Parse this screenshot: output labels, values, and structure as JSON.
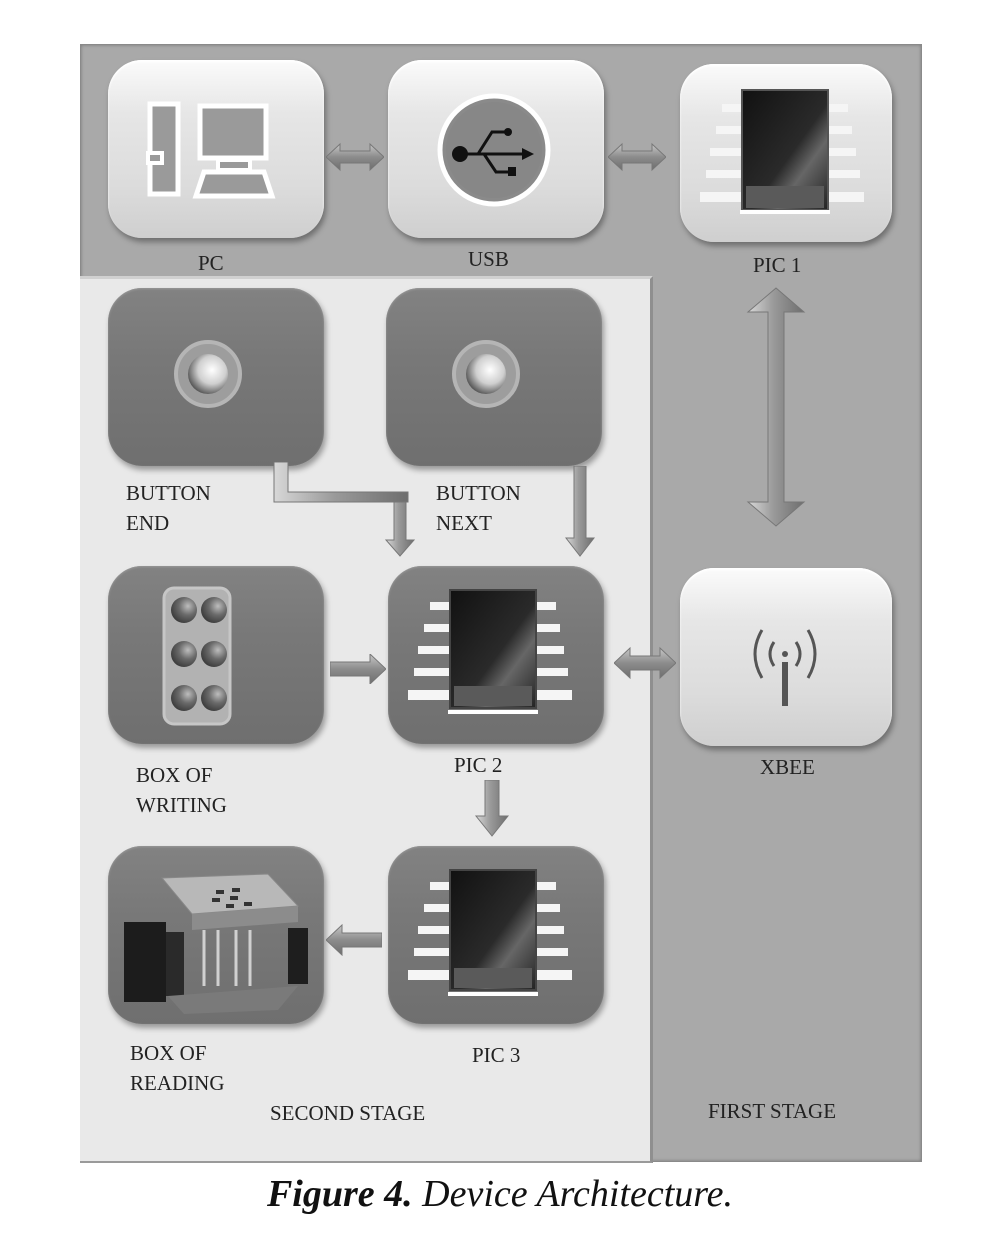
{
  "figure": {
    "title": "Device Architecture",
    "caption_number": "Figure 4.",
    "caption_text": " Device Architecture."
  },
  "stages": {
    "first": "FIRST STAGE",
    "second": "SECOND STAGE"
  },
  "nodes": {
    "pc": {
      "label": "PC",
      "icon": "computer-icon"
    },
    "usb": {
      "label": "USB",
      "icon": "usb-icon"
    },
    "pic1": {
      "label": "PIC 1",
      "icon": "microchip-icon"
    },
    "button_end": {
      "label_line1": "BUTTON",
      "label_line2": "END",
      "icon": "push-button-icon"
    },
    "button_next": {
      "label_line1": "BUTTON",
      "label_line2": "NEXT",
      "icon": "push-button-icon"
    },
    "box_writing": {
      "label_line1": "BOX OF",
      "label_line2": "WRITING",
      "icon": "braille-keypad-icon"
    },
    "pic2": {
      "label": "PIC 2",
      "icon": "microchip-icon"
    },
    "xbee": {
      "label": "XBEE",
      "icon": "wireless-antenna-icon"
    },
    "box_reading": {
      "label_line1": "BOX OF",
      "label_line2": "READING",
      "icon": "braille-reader-device-icon"
    },
    "pic3": {
      "label": "PIC 3",
      "icon": "microchip-icon"
    }
  },
  "connections": [
    {
      "from": "PC",
      "to": "USB",
      "type": "bidirectional"
    },
    {
      "from": "USB",
      "to": "PIC 1",
      "type": "bidirectional"
    },
    {
      "from": "PIC 1",
      "to": "XBEE",
      "type": "bidirectional"
    },
    {
      "from": "XBEE",
      "to": "PIC 2",
      "type": "bidirectional"
    },
    {
      "from": "BUTTON END",
      "to": "PIC 2",
      "type": "directed"
    },
    {
      "from": "BUTTON NEXT",
      "to": "PIC 2",
      "type": "directed"
    },
    {
      "from": "BOX OF WRITING",
      "to": "PIC 2",
      "type": "directed"
    },
    {
      "from": "PIC 2",
      "to": "PIC 3",
      "type": "directed"
    },
    {
      "from": "PIC 3",
      "to": "BOX OF READING",
      "type": "directed"
    }
  ]
}
